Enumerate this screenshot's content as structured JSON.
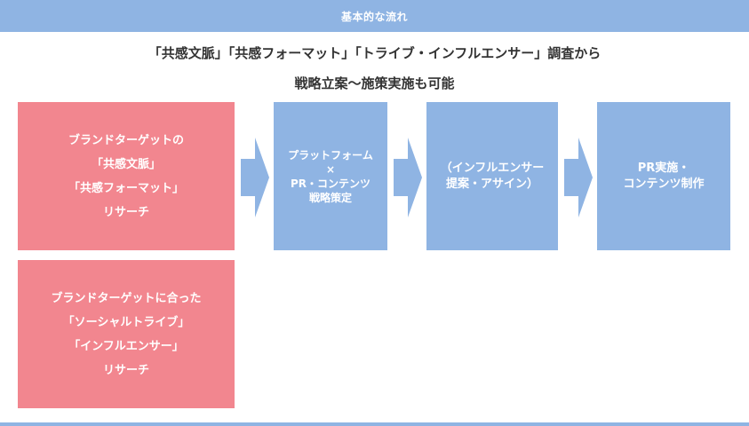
{
  "header": {
    "title": "基本的な流れ",
    "headline_line1": "「共感文脈」「共感フォーマット」「トライブ・インフルエンサー」調査から",
    "headline_line2": "戦略立案〜施策実施も可能"
  },
  "research_boxes": [
    {
      "lines": [
        "ブランドターゲットの",
        "「共感文脈」",
        "「共感フォーマット」",
        "リサーチ"
      ]
    },
    {
      "lines": [
        "ブランドターゲットに合った",
        "「ソーシャルトライブ」",
        "「インフルエンサー」",
        "リサーチ"
      ]
    }
  ],
  "steps": [
    {
      "lines": [
        "プラットフォーム",
        "×",
        "PR・コンテンツ",
        "戦略策定"
      ]
    },
    {
      "lines": [
        "（インフルエンサー",
        "提案・アサイン）"
      ]
    },
    {
      "lines": [
        "PR実施・",
        "コンテンツ制作"
      ]
    }
  ],
  "colors": {
    "accent_blue": "#8fb4e3",
    "accent_pink": "#f2868f",
    "text_dark": "#333333"
  },
  "icons": {
    "arrows": [
      "arrow-right-icon",
      "arrow-right-icon",
      "arrow-right-icon"
    ]
  }
}
